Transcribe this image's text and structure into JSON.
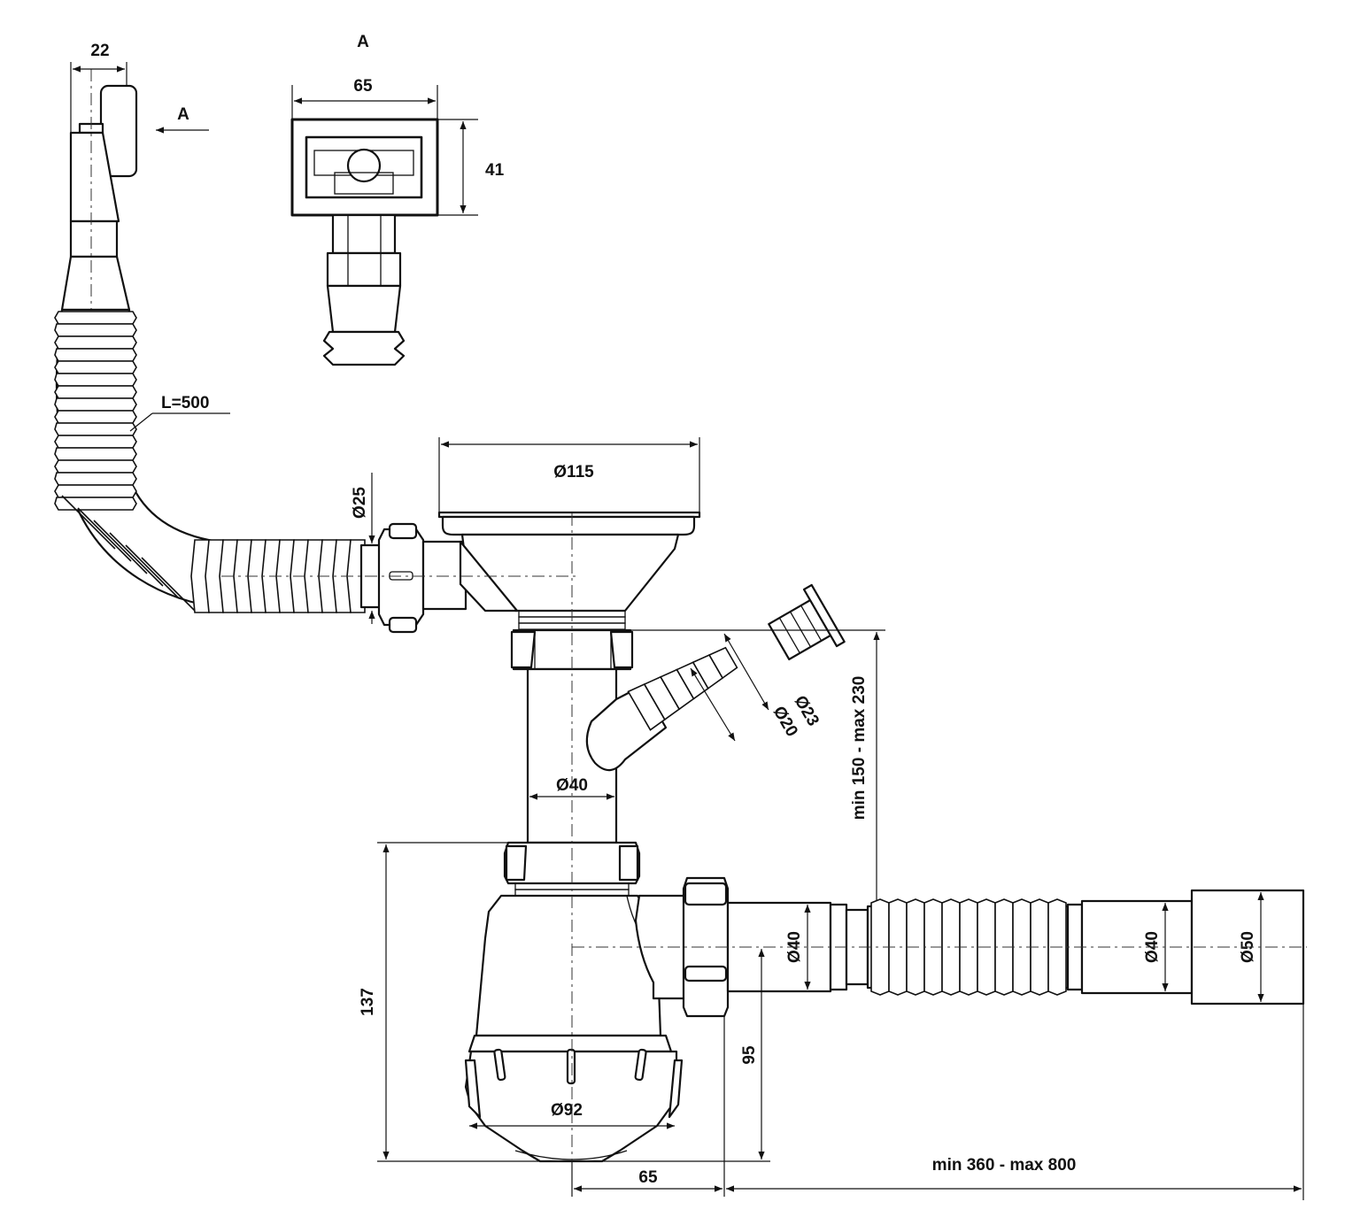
{
  "labels": {
    "view_a_arrow": "A",
    "view_a_title": "A",
    "overflow_width": "22",
    "overflow_front_width": "65",
    "overflow_front_height": "41",
    "hose_length": "L=500",
    "hose_diameter": "Ø25",
    "strainer_diameter": "Ø115",
    "tailpiece_diameter": "Ø40",
    "side_inlet_outer": "Ø23",
    "side_inlet_inner": "Ø20",
    "height_range": "min 150 - max 230",
    "trap_height": "137",
    "outlet_height": "95",
    "trap_diameter": "Ø92",
    "outlet_pipe_diameter": "Ø40",
    "flex_pipe_diameter": "Ø40",
    "end_diameter": "Ø50",
    "offset": "65",
    "length_range": "min 360 - max 800"
  }
}
